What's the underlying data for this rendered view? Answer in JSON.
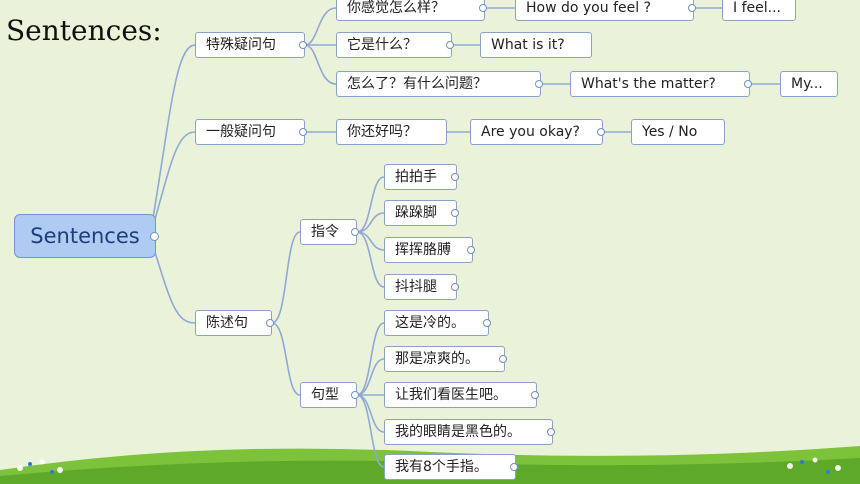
{
  "title": "Sentences:",
  "root": {
    "label": "Sentences"
  },
  "branches": {
    "special": {
      "label": "特殊疑问句",
      "rows": [
        {
          "cn": "你感觉怎么样？",
          "en": "How  do  you  feel ?",
          "ans": "I feel..."
        },
        {
          "cn": "它是什么？",
          "en": "What  is  it?"
        },
        {
          "cn": "怎么了？有什么问题？",
          "en": "What's  the  matter?",
          "ans": "My..."
        }
      ]
    },
    "general": {
      "label": "一般疑问句",
      "row": {
        "cn": "你还好吗？",
        "en": "Are you okay?",
        "ans": "Yes /  No"
      }
    },
    "declarative": {
      "label": "陈述句",
      "instructions": {
        "label": "指令",
        "items": [
          "拍拍手",
          "跺跺脚",
          "挥挥胳膊",
          "抖抖腿"
        ]
      },
      "patterns": {
        "label": "句型",
        "items": [
          "这是冷的。",
          "那是凉爽的。",
          "让我们看医生吧。",
          "我的眼睛是黑色的。",
          "我有8个手指。"
        ]
      }
    }
  },
  "colors": {
    "line": "#8fa9d6",
    "node_border": "#8aa2c8",
    "root_fill": "#aecbf2",
    "grass": "#6dbb2f"
  }
}
